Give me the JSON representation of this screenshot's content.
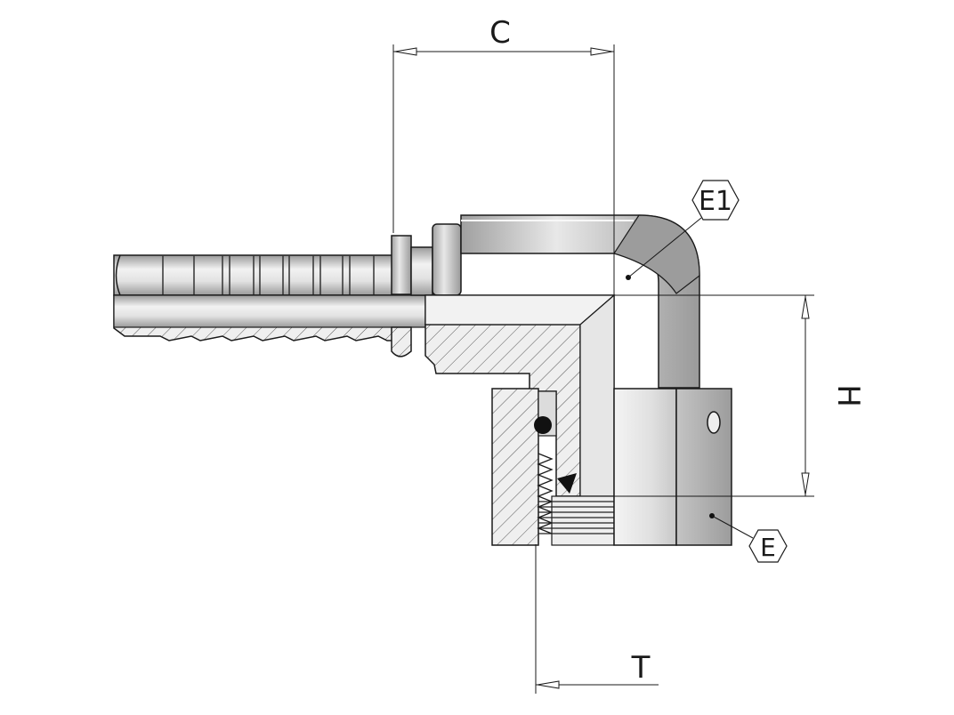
{
  "drawing": {
    "dimensions": {
      "c": "C",
      "h": "H",
      "t": "T"
    },
    "callouts": {
      "e1": "E1",
      "e": "E"
    }
  },
  "colors": {
    "steel_light": "#e6e6e6",
    "steel_mid": "#bcbcbc",
    "steel_dark": "#8e8e8e",
    "outline": "#1a1a1a",
    "hatch": "#555555"
  }
}
